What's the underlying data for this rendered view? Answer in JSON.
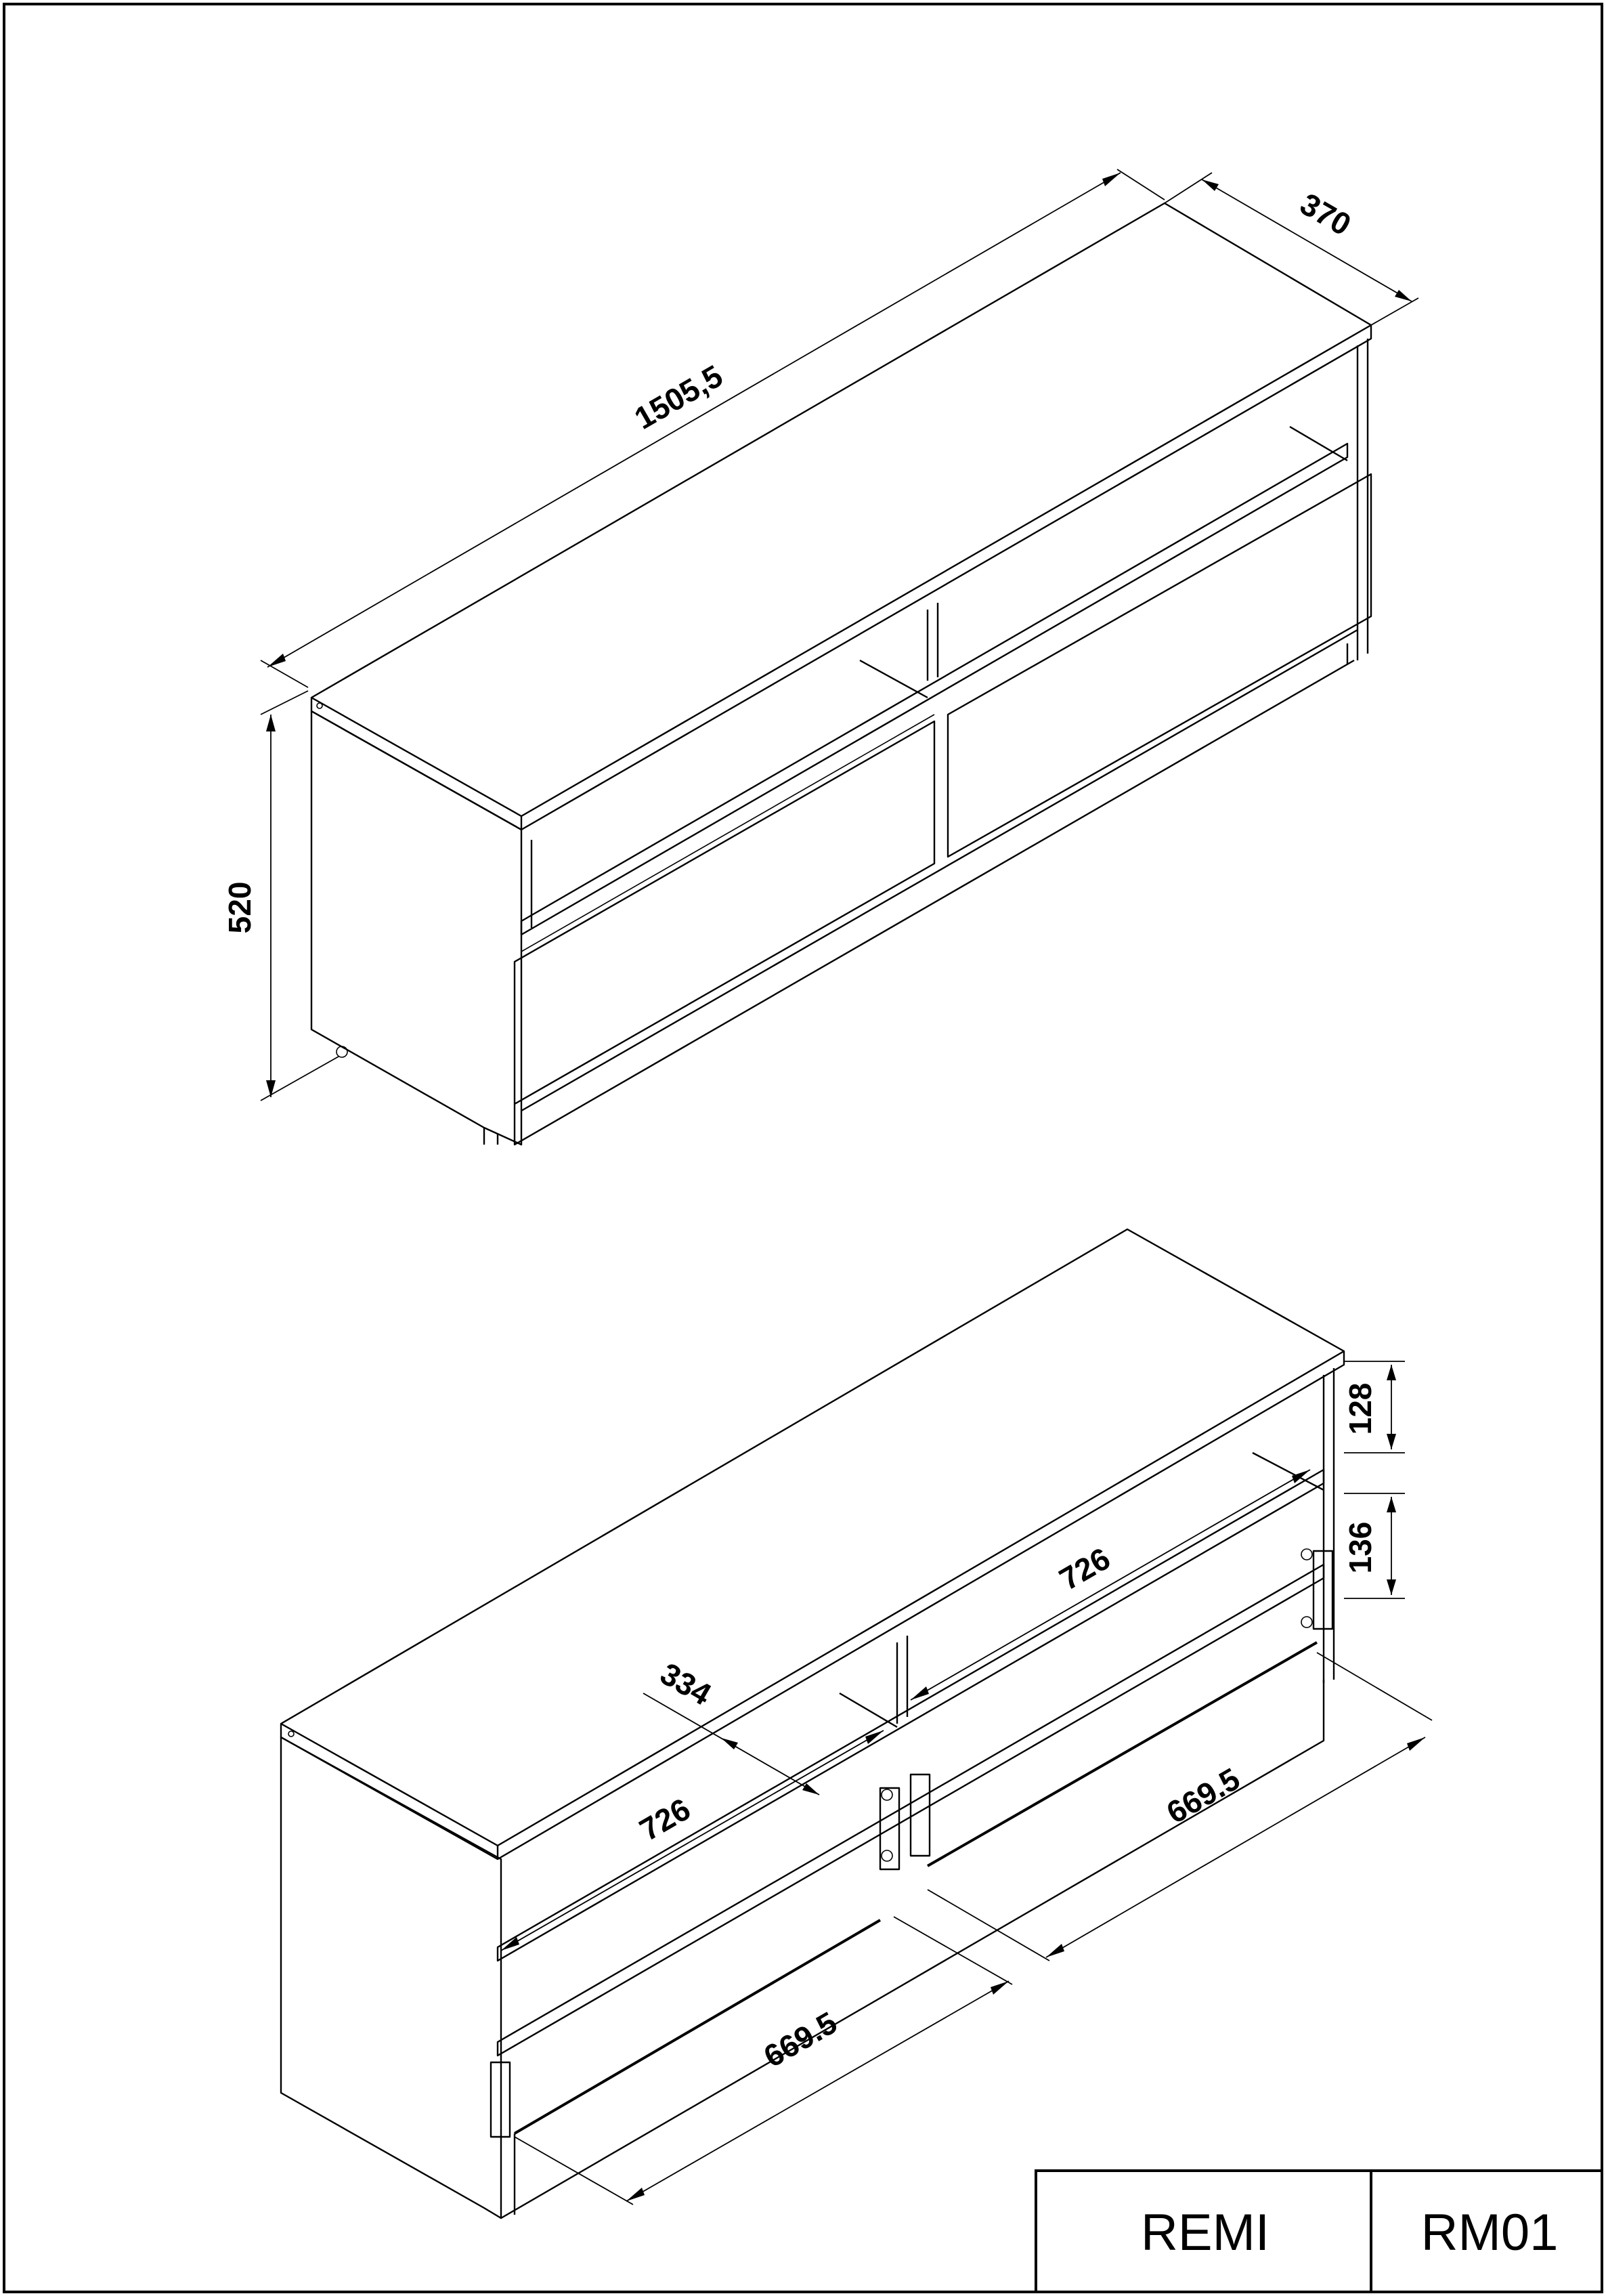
{
  "drawing": {
    "title_block": {
      "product_name": "REMI",
      "product_code": "RM01"
    },
    "assembled_view": {
      "dimensions": {
        "width": "1505,5",
        "depth": "370",
        "height": "520"
      }
    },
    "internal_view": {
      "dimensions": {
        "top_opening": "128",
        "drawer_opening": "136",
        "rear_shelf_width": "726",
        "front_shelf_width": "726",
        "shelf_depth": "334",
        "right_drawer_width": "669.5",
        "left_drawer_width": "669.5"
      }
    }
  }
}
